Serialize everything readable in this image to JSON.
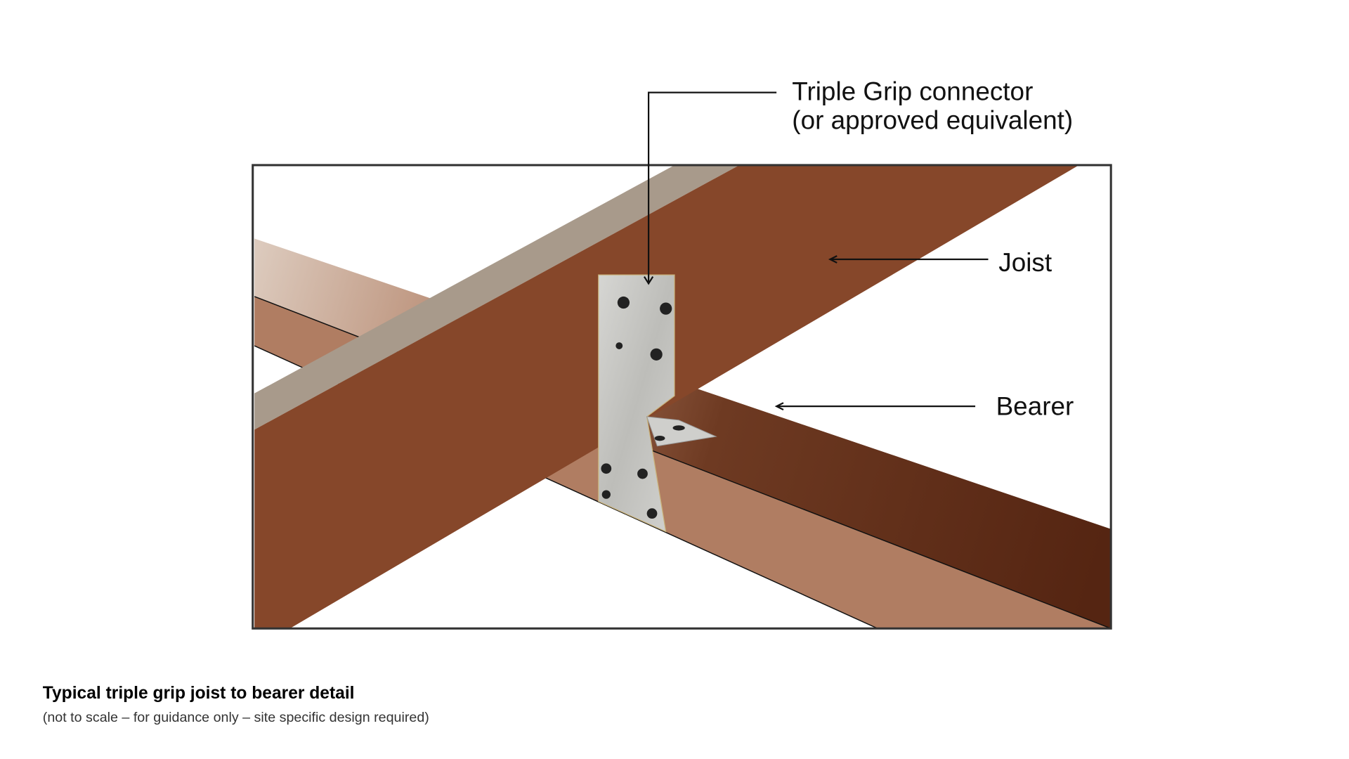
{
  "labels": {
    "connector_line1": "Triple Grip connector",
    "connector_line2": "(or approved equivalent)",
    "joist": "Joist",
    "bearer": "Bearer"
  },
  "caption": {
    "title": "Typical triple grip joist to bearer detail",
    "subtitle": "(not to scale – for guidance only – site specific design required)"
  },
  "colors": {
    "joist_front": "#86472a",
    "joist_top": "#a89a8b",
    "bearer_side": "#b07d62",
    "bearer_top_dark": "#5a2814",
    "bearer_top_light": "#dccabd",
    "connector": "#c8c8c6"
  }
}
